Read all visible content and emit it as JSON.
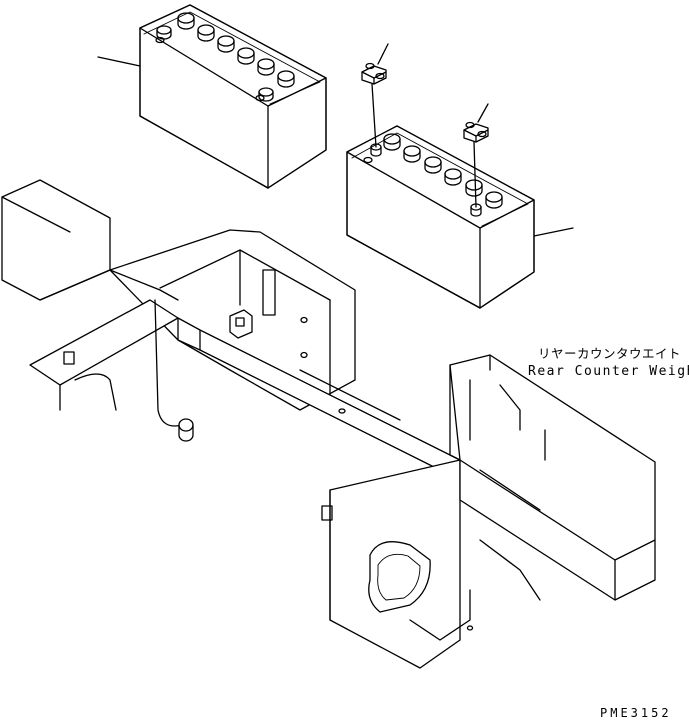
{
  "labels": {
    "component_jp": "リヤーカウンタウエイト",
    "component_en": "Rear Counter Weight",
    "drawing_code": "PME3152"
  }
}
